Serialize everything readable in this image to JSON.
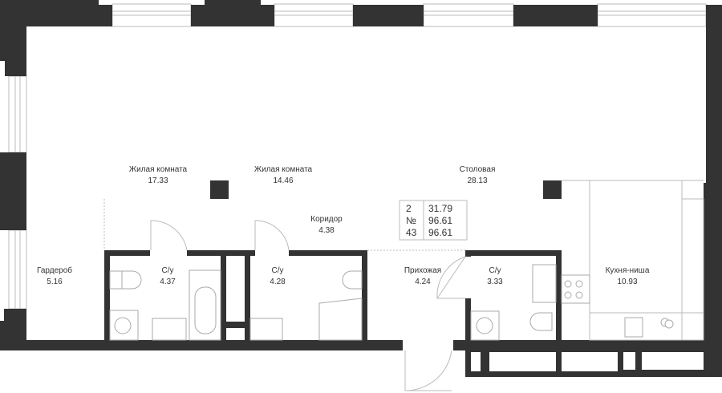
{
  "rooms": [
    {
      "name": "Жилая комната",
      "area": "17.33"
    },
    {
      "name": "Жилая комната",
      "area": "14.46"
    },
    {
      "name": "Столовая",
      "area": "28.13"
    },
    {
      "name": "Коридор",
      "area": "4.38"
    },
    {
      "name": "Гардероб",
      "area": "5.16"
    },
    {
      "name": "С/у",
      "area": "4.37"
    },
    {
      "name": "С/у",
      "area": "4.28"
    },
    {
      "name": "Прихожая",
      "area": "4.24"
    },
    {
      "name": "С/у",
      "area": "3.33"
    },
    {
      "name": "Кухня-ниша",
      "area": "10.93"
    }
  ],
  "info": {
    "rows": [
      {
        "key": "2",
        "value": "31.79"
      },
      {
        "key": "№",
        "value": "96.61"
      },
      {
        "key": "43",
        "value": "96.61"
      }
    ]
  },
  "colors": {
    "wall": "#333333",
    "line": "#bbbbbb"
  }
}
